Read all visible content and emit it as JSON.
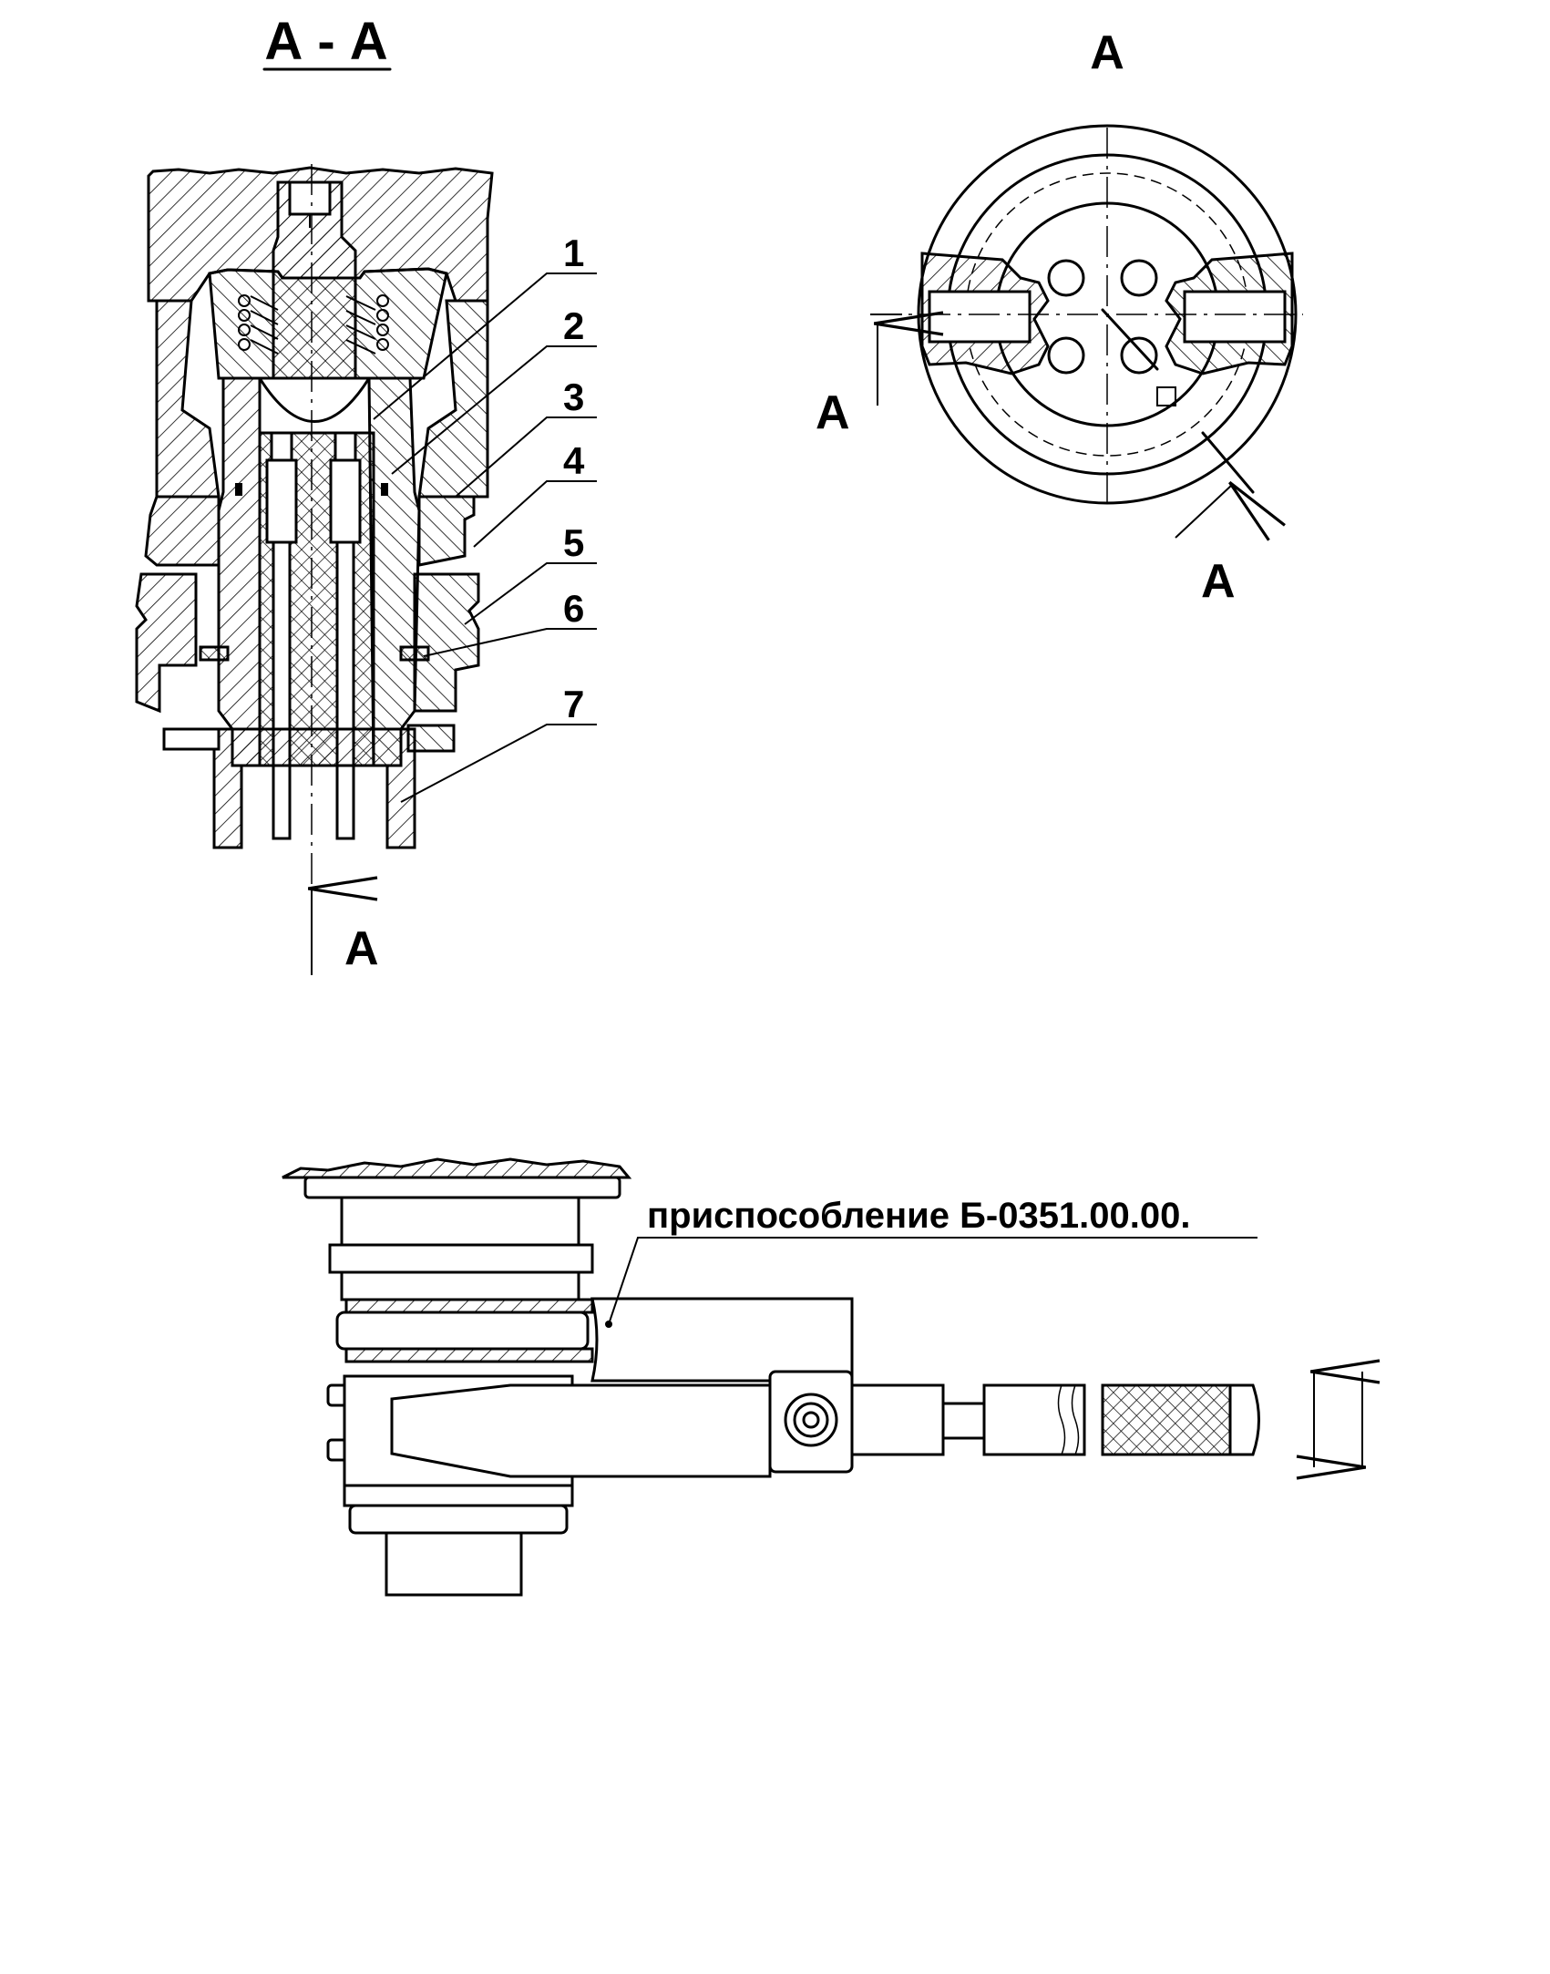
{
  "section_view": {
    "title": "А - А",
    "part_numbers": [
      "1",
      "2",
      "3",
      "4",
      "5",
      "6",
      "7"
    ],
    "view_arrow_label": "А"
  },
  "end_view": {
    "view_label": "А",
    "cut_label_left": "А",
    "cut_label_right": "А"
  },
  "fixture_view": {
    "caption": "приспособление Б-0351.00.00."
  }
}
